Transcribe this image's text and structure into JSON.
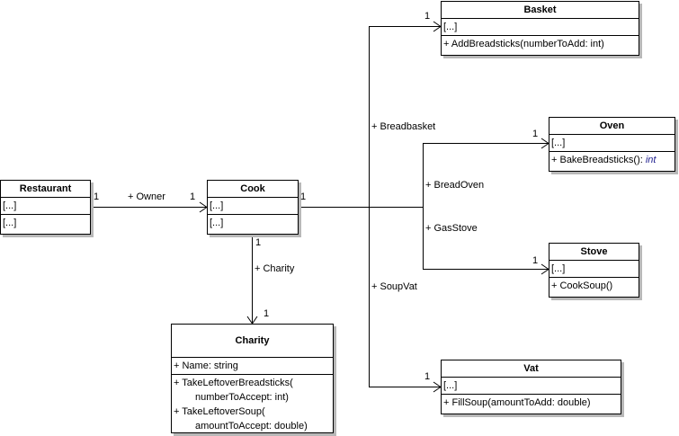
{
  "classes": {
    "restaurant": {
      "name": "Restaurant",
      "attr": "[...]",
      "op": "[...]"
    },
    "cook": {
      "name": "Cook",
      "attr": "[...]",
      "op": "[...]"
    },
    "charity": {
      "name": "Charity",
      "attr": "+ Name: string",
      "op1a": "+ TakeLeftoverBreadsticks(",
      "op1b": "numberToAccept: int)",
      "op2a": "+ TakeLeftoverSoup(",
      "op2b": "amountToAccept: double)"
    },
    "basket": {
      "name": "Basket",
      "attr": "[...]",
      "op": "+ AddBreadsticks(numberToAdd: int)"
    },
    "oven": {
      "name": "Oven",
      "attr": "[...]",
      "op": "+ BakeBreadsticks(): ",
      "op_ret": "int"
    },
    "stove": {
      "name": "Stove",
      "attr": "[...]",
      "op": "+ CookSoup()"
    },
    "vat": {
      "name": "Vat",
      "attr": "[...]",
      "op": "+ FillSoup(amountToAdd: double)"
    }
  },
  "associations": {
    "owner": {
      "role": "+ Owner",
      "src_mult": "1",
      "dst_mult": "1"
    },
    "charity": {
      "role": "+ Charity",
      "src_mult": "1",
      "dst_mult": "1"
    },
    "cook_mult": "1",
    "breadbasket": {
      "role": "+ Breadbasket",
      "dst_mult": "1"
    },
    "breadoven": {
      "role": "+ BreadOven",
      "dst_mult": "1"
    },
    "gasstove": {
      "role": "+ GasStove",
      "dst_mult": "1"
    },
    "soupvat": {
      "role": "+ SoupVat",
      "dst_mult": "1"
    }
  }
}
